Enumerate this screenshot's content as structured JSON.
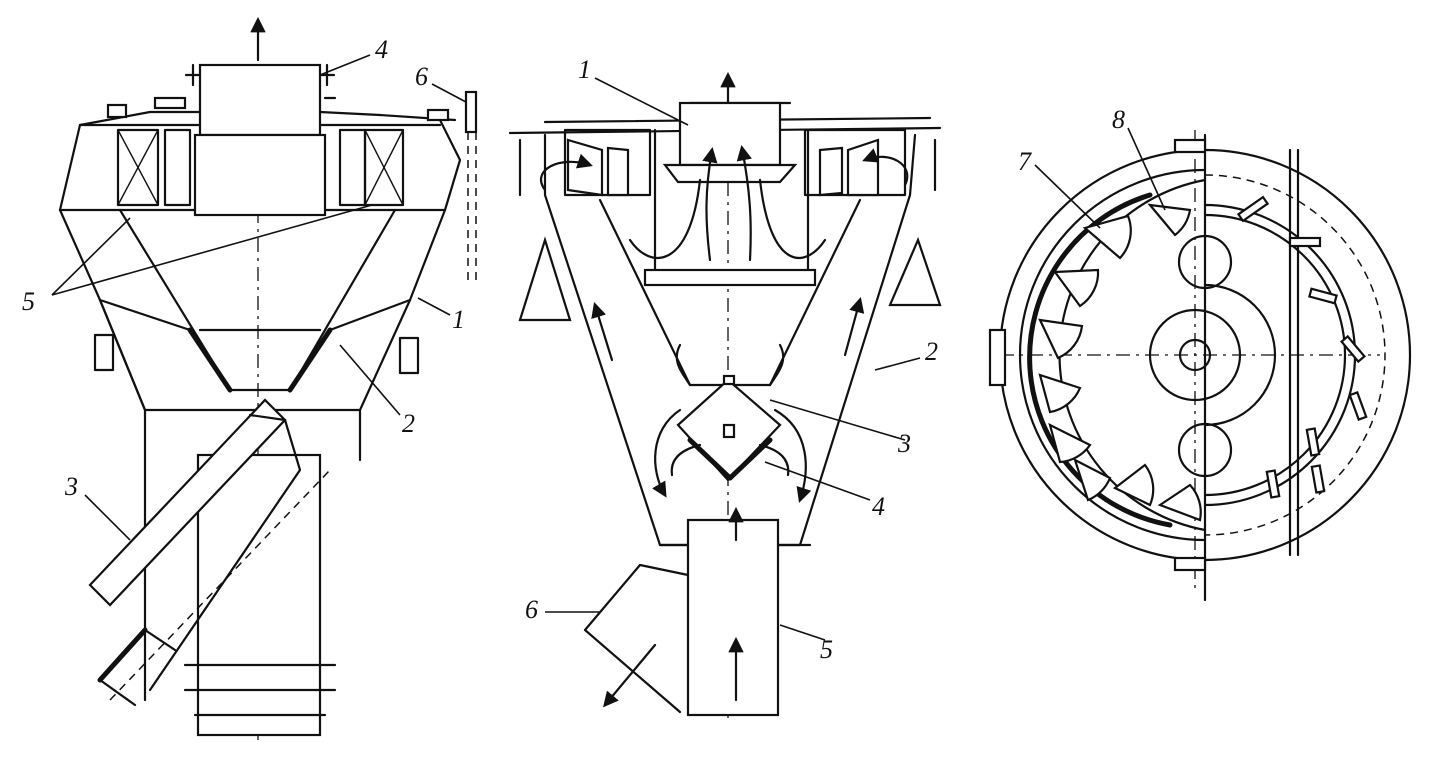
{
  "diagrams": [
    {
      "id": "left-view",
      "labels": [
        {
          "key": "1",
          "text": "1"
        },
        {
          "key": "2",
          "text": "2"
        },
        {
          "key": "3",
          "text": "3"
        },
        {
          "key": "4",
          "text": "4"
        },
        {
          "key": "5",
          "text": "5"
        },
        {
          "key": "6",
          "text": "6"
        }
      ]
    },
    {
      "id": "middle-view",
      "labels": [
        {
          "key": "1",
          "text": "1"
        },
        {
          "key": "2",
          "text": "2"
        },
        {
          "key": "3",
          "text": "3"
        },
        {
          "key": "4",
          "text": "4"
        },
        {
          "key": "5",
          "text": "5"
        },
        {
          "key": "6",
          "text": "6"
        }
      ]
    },
    {
      "id": "right-view",
      "labels": [
        {
          "key": "7",
          "text": "7"
        },
        {
          "key": "8",
          "text": "8"
        }
      ]
    }
  ],
  "colors": {
    "ink": "#111111",
    "paper": "#ffffff"
  }
}
